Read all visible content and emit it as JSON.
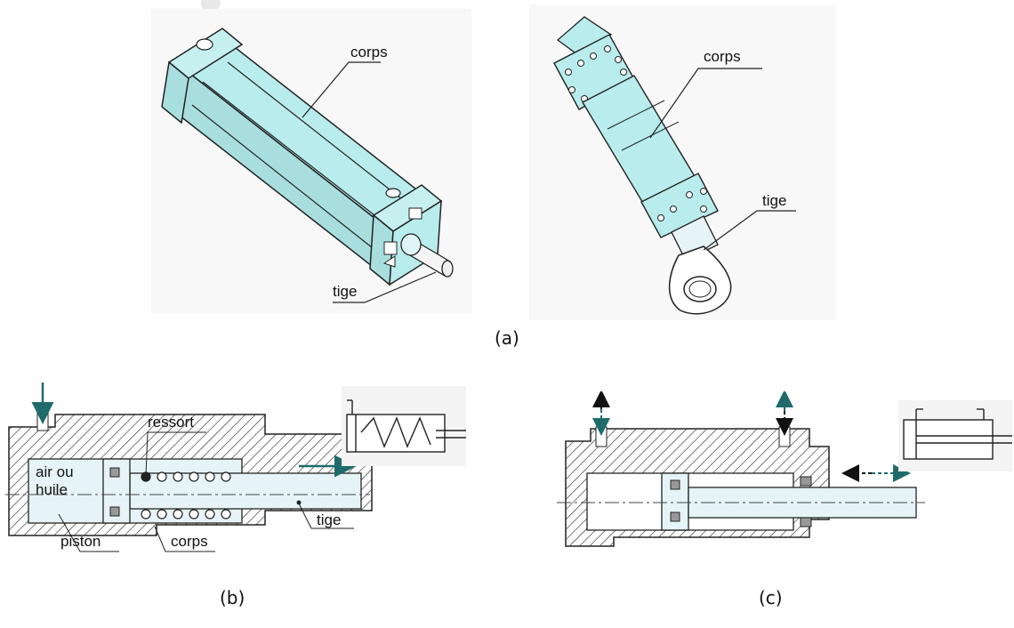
{
  "figure": {
    "panel_a": {
      "caption": "(a)",
      "left_cylinder": {
        "label_body": "corps",
        "label_rod": "tige"
      },
      "right_cylinder": {
        "label_body": "corps",
        "label_rod": "tige"
      }
    },
    "panel_b": {
      "caption": "(b)",
      "labels": {
        "spring": "ressort",
        "fluid_line1": "air ou",
        "fluid_line2": "huile",
        "rod": "tige",
        "piston": "piston",
        "body": "corps"
      }
    },
    "panel_c": {
      "caption": "(c)"
    }
  },
  "colors": {
    "cyan_fill": "#b9ecec",
    "light_fill": "#e6f4f7",
    "arrow_teal": "#1f6b6b",
    "line": "#1a1a1a"
  }
}
